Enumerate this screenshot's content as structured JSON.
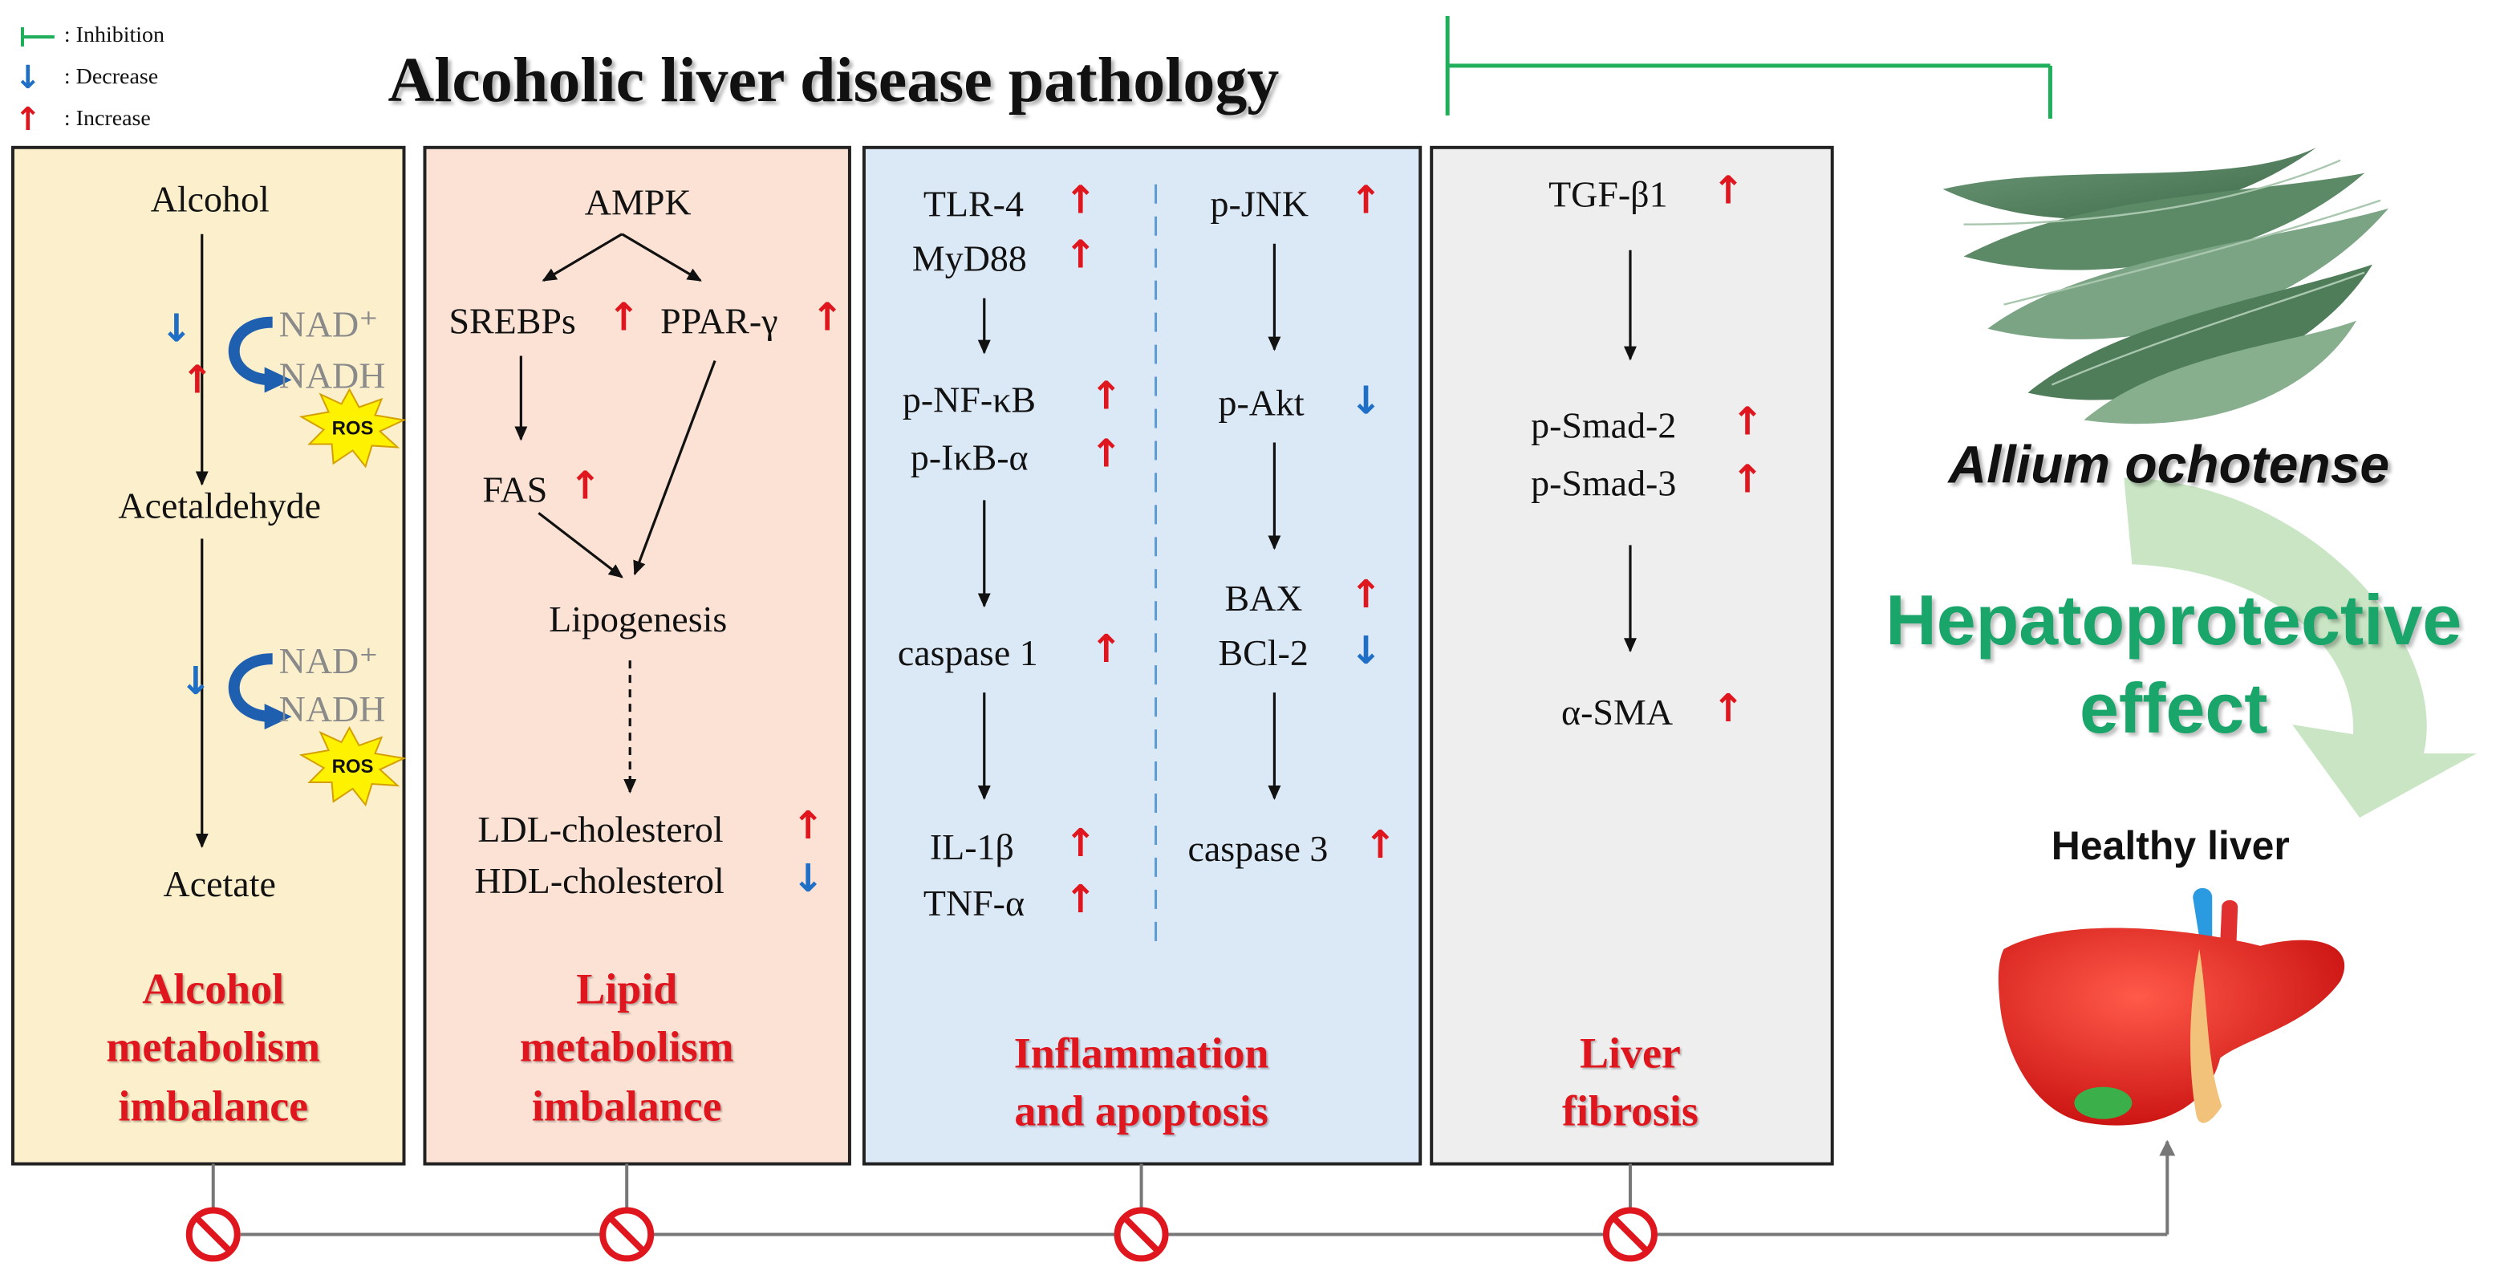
{
  "legend": {
    "inhibition": ": Inhibition",
    "decrease": ": Decrease",
    "increase": ": Increase"
  },
  "title": "Alcoholic liver disease pathology",
  "arrows": {
    "up": "↑",
    "down": "↓"
  },
  "panel1": {
    "alcohol": "Alcohol",
    "nad": "NAD⁺",
    "nadh": "NADH",
    "ros": "ROS",
    "acetaldehyde": "Acetaldehyde",
    "acetate": "Acetate",
    "section": [
      "Alcohol",
      "metabolism",
      "imbalance"
    ]
  },
  "panel2": {
    "ampk": "AMPK",
    "srebps": "SREBPs",
    "pparg": "PPAR-γ",
    "fas": "FAS",
    "lipogenesis": "Lipogenesis",
    "ldl": "LDL-cholesterol",
    "hdl": "HDL-cholesterol",
    "section": [
      "Lipid",
      "metabolism",
      "imbalance"
    ]
  },
  "panel3": {
    "tlr4": "TLR-4",
    "myd88": "MyD88",
    "pnfkb": "p-NF-κB",
    "pikba": "p-IκB-α",
    "caspase1": "caspase 1",
    "il1b": "IL-1β",
    "tnfa": "TNF-α",
    "pjnk": "p-JNK",
    "pakt": "p-Akt",
    "bax": "BAX",
    "bcl2": "BCl-2",
    "caspase3": "caspase 3",
    "section": [
      "Inflammation",
      "and apoptosis"
    ]
  },
  "panel4": {
    "tgfb1": "TGF-β1",
    "psmad2": "p-Smad-2",
    "psmad3": "p-Smad-3",
    "asma": "α-SMA",
    "section": [
      "Liver",
      "fibrosis"
    ]
  },
  "right": {
    "plant": "Allium ochotense",
    "effect": [
      "Hepatoprotective",
      "effect"
    ],
    "healthy": "Healthy liver"
  },
  "colors": {
    "panel1_bg": "#fcefcb",
    "panel2_bg": "#fbe2d5",
    "panel3_bg": "#dbe8f6",
    "panel4_bg": "#eeeeee",
    "section_red": "#e0161e",
    "inhibition_green": "#1fae5a",
    "effect_green": "#1aa56a",
    "increase_red": "#e0161e",
    "decrease_blue": "#1f6fc7"
  }
}
